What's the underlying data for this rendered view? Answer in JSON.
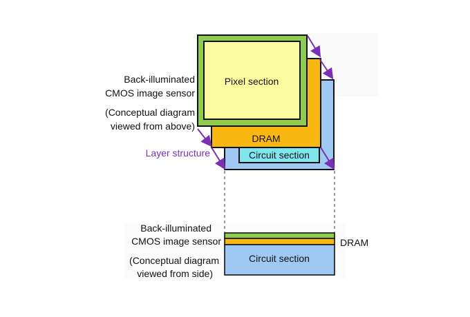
{
  "top_view": {
    "sensor_label_line1": "Back-illuminated",
    "sensor_label_line2": "CMOS image sensor",
    "note_line1": "(Conceptual diagram",
    "note_line2": "viewed from above)",
    "pixel_section": "Pixel section",
    "dram": "DRAM",
    "circuit_section": "Circuit section",
    "layer_structure": "Layer structure"
  },
  "side_view": {
    "sensor_label_line1": "Back-illuminated",
    "sensor_label_line2": "CMOS image sensor",
    "note_line1": "(Conceptual diagram",
    "note_line2": "viewed from side)",
    "dram": "DRAM",
    "circuit_section": "Circuit section"
  },
  "colors": {
    "pixel_outer": "#8fcb4f",
    "pixel_inner": "#fbfca0",
    "dram": "#f9b712",
    "circuit_outer": "#9fc9f3",
    "circuit_inner": "#7fe6ee",
    "arrow": "#7a2fb4",
    "text": "#111111"
  }
}
